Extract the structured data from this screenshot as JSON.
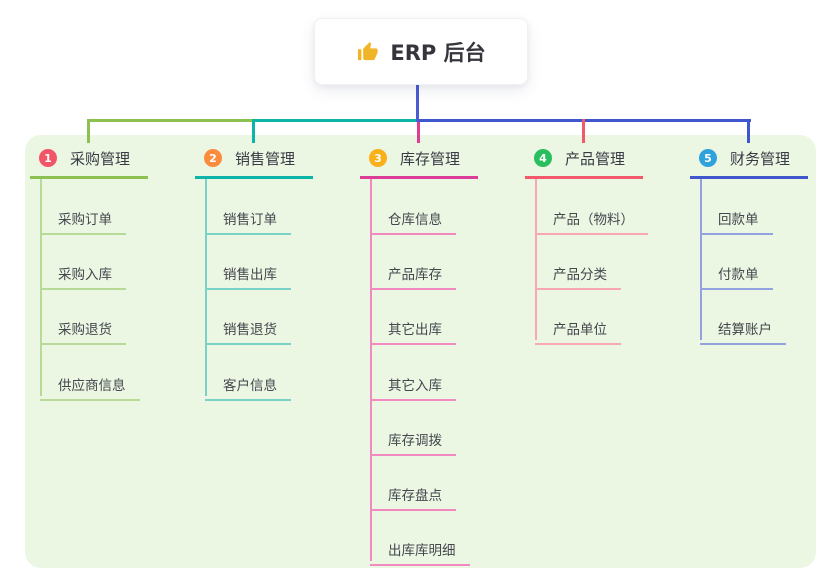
{
  "root": {
    "title": "ERP 后台",
    "icon": "thumbs-up",
    "icon_color": "#f0b429"
  },
  "colors": {
    "page_bg": "#ffffff",
    "panel_bg": "#ebf7e3",
    "root_line": "#4a5cd0",
    "text": "#3d3e48"
  },
  "branches": [
    {
      "number": "1",
      "label": "采购管理",
      "badge_color": "#f25468",
      "line_color": "#8cc152",
      "child_line_color": "#b7db97",
      "children": [
        "采购订单",
        "采购入库",
        "采购退货",
        "供应商信息"
      ]
    },
    {
      "number": "2",
      "label": "销售管理",
      "badge_color": "#fb8b3d",
      "line_color": "#0cb5a8",
      "child_line_color": "#79d1c8",
      "children": [
        "销售订单",
        "销售出库",
        "销售退货",
        "客户信息"
      ]
    },
    {
      "number": "3",
      "label": "库存管理",
      "badge_color": "#f9b019",
      "line_color": "#dc3d96",
      "child_line_color": "#f08ac0",
      "children": [
        "仓库信息",
        "产品库存",
        "其它出库",
        "其它入库",
        "库存调拨",
        "库存盘点",
        "出库库明细"
      ]
    },
    {
      "number": "4",
      "label": "产品管理",
      "badge_color": "#2abf5e",
      "line_color": "#f4586b",
      "child_line_color": "#f9a7b0",
      "children": [
        "产品（物料）",
        "产品分类",
        "产品单位"
      ]
    },
    {
      "number": "5",
      "label": "财务管理",
      "badge_color": "#2ea2db",
      "line_color": "#3f56cc",
      "child_line_color": "#93a3e2",
      "children": [
        "回款单",
        "付款单",
        "结算账户"
      ]
    }
  ]
}
